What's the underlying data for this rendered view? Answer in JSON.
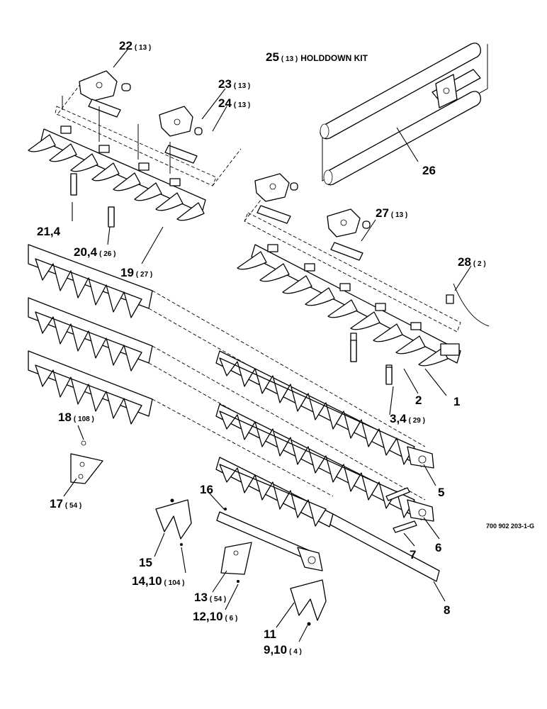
{
  "diagram_code": "700 902 203-1-G",
  "kit": {
    "number": "25",
    "qty": "( 13 )",
    "name": "HOLDDOWN KIT"
  },
  "callouts": [
    {
      "id": "c22",
      "label": "22",
      "qty": "( 13 )"
    },
    {
      "id": "c23",
      "label": "23",
      "qty": "( 13 )"
    },
    {
      "id": "c24",
      "label": "24",
      "qty": "( 13 )"
    },
    {
      "id": "c26",
      "label": "26",
      "qty": ""
    },
    {
      "id": "c27",
      "label": "27",
      "qty": "( 13 )"
    },
    {
      "id": "c28",
      "label": "28",
      "qty": "( 2 )"
    },
    {
      "id": "c21",
      "label": "21,4",
      "qty": ""
    },
    {
      "id": "c20",
      "label": "20,4",
      "qty": "( 26 )"
    },
    {
      "id": "c19",
      "label": "19",
      "qty": "( 27 )"
    },
    {
      "id": "c2",
      "label": "2",
      "qty": ""
    },
    {
      "id": "c1",
      "label": "1",
      "qty": ""
    },
    {
      "id": "c3",
      "label": "3,4",
      "qty": "( 29 )"
    },
    {
      "id": "c18",
      "label": "18",
      "qty": "( 108 )"
    },
    {
      "id": "c17",
      "label": "17",
      "qty": "( 54 )"
    },
    {
      "id": "c5",
      "label": "5",
      "qty": ""
    },
    {
      "id": "c16",
      "label": "16",
      "qty": ""
    },
    {
      "id": "c6",
      "label": "6",
      "qty": ""
    },
    {
      "id": "c7",
      "label": "7",
      "qty": ""
    },
    {
      "id": "c15",
      "label": "15",
      "qty": ""
    },
    {
      "id": "c14",
      "label": "14,10",
      "qty": "( 104 )"
    },
    {
      "id": "c13",
      "label": "13",
      "qty": "( 54 )"
    },
    {
      "id": "c12",
      "label": "12,10",
      "qty": "( 6 )"
    },
    {
      "id": "c8",
      "label": "8",
      "qty": ""
    },
    {
      "id": "c11",
      "label": "11",
      "qty": ""
    },
    {
      "id": "c9",
      "label": "9,10",
      "qty": "( 4 )"
    }
  ]
}
